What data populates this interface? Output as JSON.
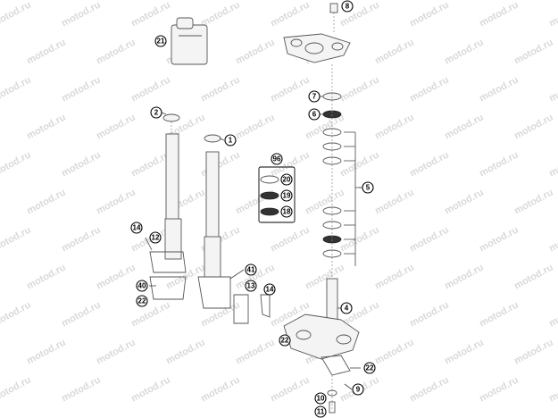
{
  "watermark": {
    "text": "motod.ru",
    "color": "#d9d9d9"
  },
  "callouts": [
    {
      "id": "c8",
      "label": "8"
    },
    {
      "id": "c21",
      "label": "21"
    },
    {
      "id": "c2",
      "label": "2"
    },
    {
      "id": "c1",
      "label": "1"
    },
    {
      "id": "c7",
      "label": "7"
    },
    {
      "id": "c6",
      "label": "6"
    },
    {
      "id": "c96",
      "label": "96"
    },
    {
      "id": "c20",
      "label": "20"
    },
    {
      "id": "c19",
      "label": "19"
    },
    {
      "id": "c18",
      "label": "18"
    },
    {
      "id": "c5",
      "label": "5"
    },
    {
      "id": "c14a",
      "label": "14"
    },
    {
      "id": "c12",
      "label": "12"
    },
    {
      "id": "c41",
      "label": "41"
    },
    {
      "id": "c40",
      "label": "40"
    },
    {
      "id": "c13",
      "label": "13"
    },
    {
      "id": "c14b",
      "label": "14"
    },
    {
      "id": "c22a",
      "label": "22"
    },
    {
      "id": "c4",
      "label": "4"
    },
    {
      "id": "c22b",
      "label": "22"
    },
    {
      "id": "c22c",
      "label": "22"
    },
    {
      "id": "c9",
      "label": "9"
    },
    {
      "id": "c10",
      "label": "10"
    },
    {
      "id": "c11",
      "label": "11"
    }
  ]
}
